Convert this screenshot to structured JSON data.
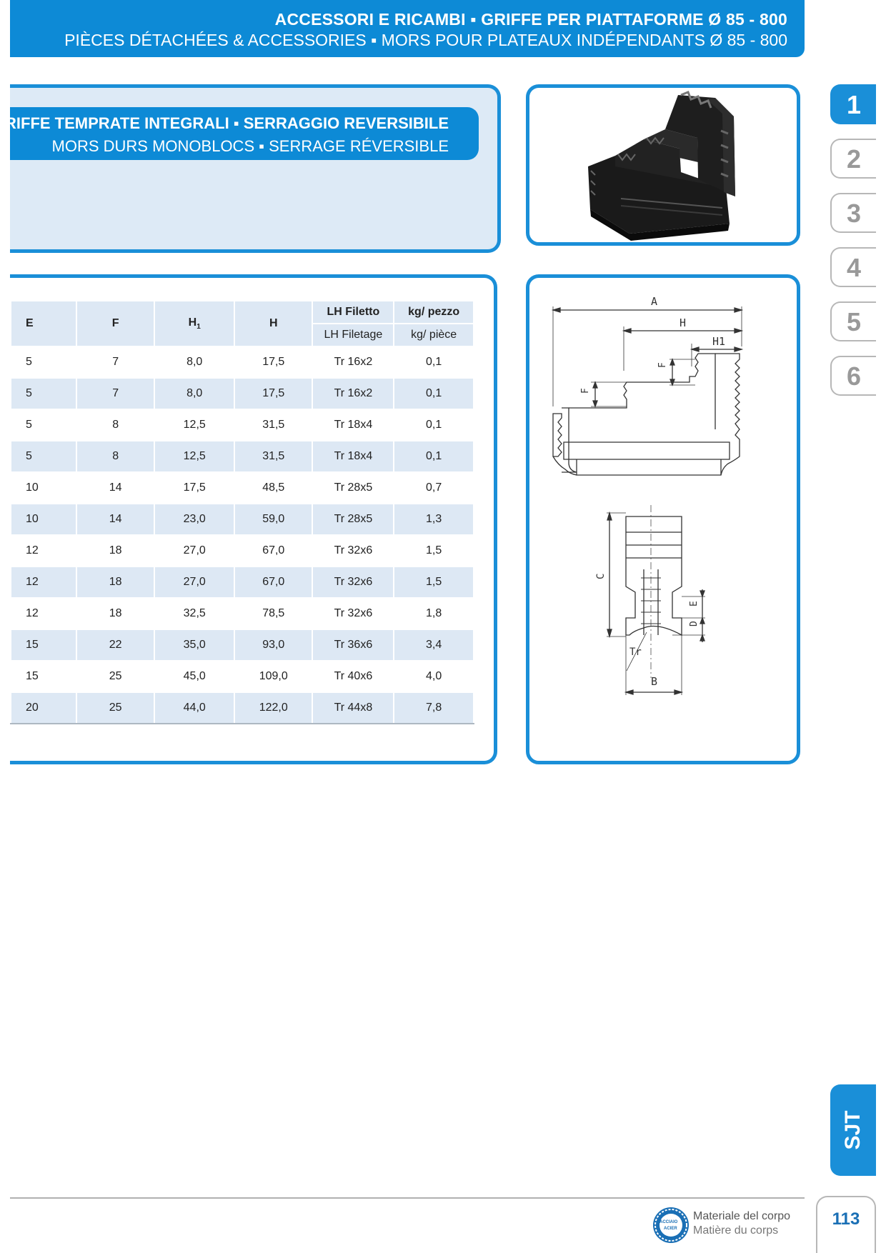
{
  "header": {
    "line1": "ACCESSORI E RICAMBI ▪ GRIFFE PER PIATTAFORME Ø 85 - 800",
    "line2": "PIÈCES DÉTACHÉES & ACCESSORIES ▪ MORS POUR PLATEAUX INDÉPENDANTS Ø 85 - 800"
  },
  "section": {
    "title_it": "RIFFE TEMPRATE INTEGRALI ▪ SERRAGGIO REVERSIBILE",
    "title_fr": "MORS DURS MONOBLOCS ▪ SERRAGE RÉVERSIBLE"
  },
  "table": {
    "headers": {
      "e": "E",
      "f": "F",
      "h1_base": "H",
      "h1_sub": "1",
      "h": "H",
      "thread_it": "LH Filetto",
      "thread_fr": "LH Filetage",
      "weight_it": "kg/ pezzo",
      "weight_fr": "kg/ pièce"
    },
    "rows": [
      {
        "e": "5",
        "f": "7",
        "h1": "8,0",
        "h": "17,5",
        "thread": "Tr 16x2",
        "kg": "0,1"
      },
      {
        "e": "5",
        "f": "7",
        "h1": "8,0",
        "h": "17,5",
        "thread": "Tr 16x2",
        "kg": "0,1"
      },
      {
        "e": "5",
        "f": "8",
        "h1": "12,5",
        "h": "31,5",
        "thread": "Tr 18x4",
        "kg": "0,1"
      },
      {
        "e": "5",
        "f": "8",
        "h1": "12,5",
        "h": "31,5",
        "thread": "Tr 18x4",
        "kg": "0,1"
      },
      {
        "e": "10",
        "f": "14",
        "h1": "17,5",
        "h": "48,5",
        "thread": "Tr 28x5",
        "kg": "0,7"
      },
      {
        "e": "10",
        "f": "14",
        "h1": "23,0",
        "h": "59,0",
        "thread": "Tr 28x5",
        "kg": "1,3"
      },
      {
        "e": "12",
        "f": "18",
        "h1": "27,0",
        "h": "67,0",
        "thread": "Tr 32x6",
        "kg": "1,5"
      },
      {
        "e": "12",
        "f": "18",
        "h1": "27,0",
        "h": "67,0",
        "thread": "Tr 32x6",
        "kg": "1,5"
      },
      {
        "e": "12",
        "f": "18",
        "h1": "32,5",
        "h": "78,5",
        "thread": "Tr 32x6",
        "kg": "1,8"
      },
      {
        "e": "15",
        "f": "22",
        "h1": "35,0",
        "h": "93,0",
        "thread": "Tr 36x6",
        "kg": "3,4"
      },
      {
        "e": "15",
        "f": "25",
        "h1": "45,0",
        "h": "109,0",
        "thread": "Tr 40x6",
        "kg": "4,0"
      },
      {
        "e": "20",
        "f": "25",
        "h1": "44,0",
        "h": "122,0",
        "thread": "Tr 44x8",
        "kg": "7,8"
      }
    ]
  },
  "drawing_labels": {
    "a": "A",
    "h": "H",
    "h1": "H1",
    "f": "F",
    "c": "C",
    "e": "E",
    "d": "D",
    "tr": "Tr",
    "b": "B"
  },
  "side_tabs": [
    "1",
    "2",
    "3",
    "4",
    "5",
    "6"
  ],
  "active_tab": "1",
  "brand_tab": "SJT",
  "footer": {
    "logo_top": "ACCIAIO",
    "logo_bottom": "ACIER",
    "material_it": "Materiale del corpo",
    "material_fr": "Matière du corps",
    "page_number": "113"
  },
  "colors": {
    "brand_blue": "#0d8ad6",
    "light_blue": "#dde8f4",
    "tab_gray": "#999999"
  }
}
